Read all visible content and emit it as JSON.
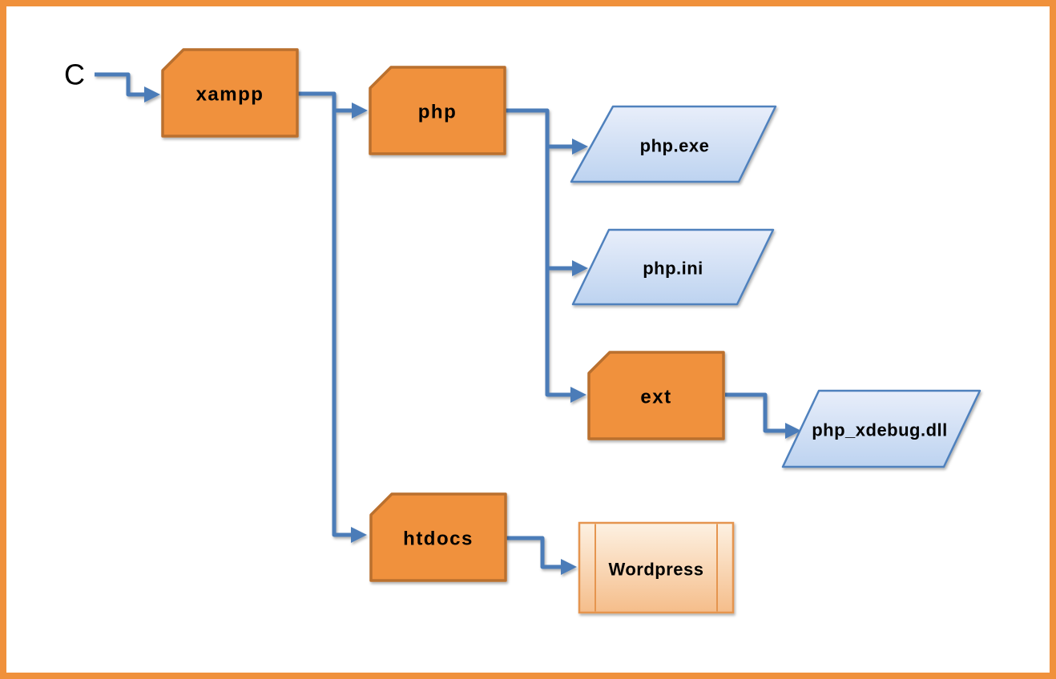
{
  "diagram": {
    "drive_label": "C",
    "nodes": [
      {
        "id": "xampp",
        "label": "xampp",
        "shape": "folder"
      },
      {
        "id": "php",
        "label": "php",
        "shape": "folder"
      },
      {
        "id": "php-exe",
        "label": "php.exe",
        "shape": "file"
      },
      {
        "id": "php-ini",
        "label": "php.ini",
        "shape": "file"
      },
      {
        "id": "ext",
        "label": "ext",
        "shape": "folder"
      },
      {
        "id": "php-xdebug-dll",
        "label": "php_xdebug.dll",
        "shape": "file"
      },
      {
        "id": "htdocs",
        "label": "htdocs",
        "shape": "folder"
      },
      {
        "id": "wordpress",
        "label": "Wordpress",
        "shape": "predefined-process"
      }
    ],
    "edges": [
      {
        "from": "C",
        "to": "xampp"
      },
      {
        "from": "xampp",
        "to": "php"
      },
      {
        "from": "php",
        "to": "php.exe"
      },
      {
        "from": "php",
        "to": "php.ini"
      },
      {
        "from": "php",
        "to": "ext"
      },
      {
        "from": "ext",
        "to": "php_xdebug.dll"
      },
      {
        "from": "xampp",
        "to": "htdocs"
      },
      {
        "from": "htdocs",
        "to": "Wordpress"
      }
    ],
    "colors": {
      "background": "#FFFFFF",
      "page_border": "#F0913C",
      "folder_fill": "#F0913C",
      "folder_border": "#BA6F2E",
      "file_border": "#4F81BD",
      "file_fill_top": "#E8EEFA",
      "file_fill_bottom": "#BDD3F0",
      "package_border": "#E59550",
      "package_fill_top": "#FDF1E2",
      "package_fill_bottom": "#F5BD8A",
      "connector": "#4C7CB8",
      "label_text": "#000000"
    }
  }
}
